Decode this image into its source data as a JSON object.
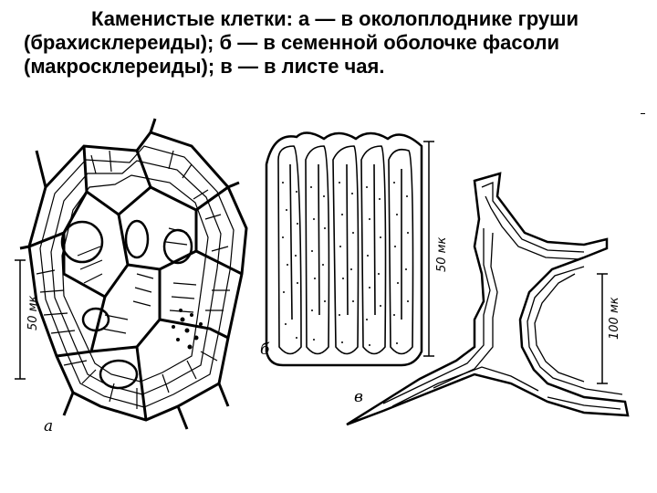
{
  "caption": "Каменистые клетки: а — в околоплоднике груши (брахисклереиды); б — в семенной оболочке фасоли (макросклереиды); в — в листе чая.",
  "figure": {
    "panel_a": {
      "label": "а",
      "scale": "50 мк"
    },
    "panel_b": {
      "label": "б",
      "scale": "50 мк"
    },
    "panel_v": {
      "label": "в",
      "scale": "100 мк"
    }
  }
}
